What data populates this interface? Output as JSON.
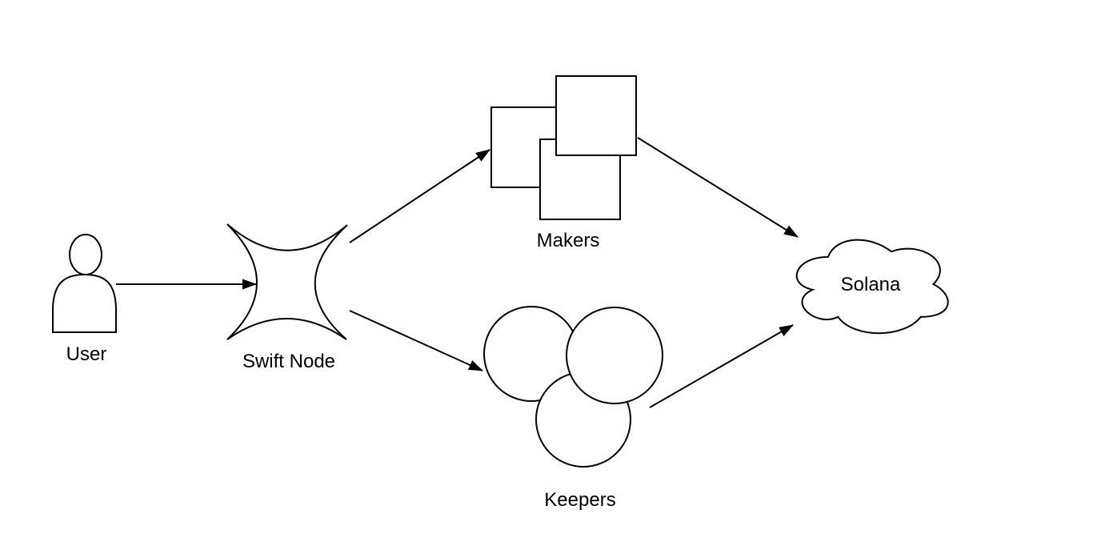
{
  "diagram": {
    "background_color": "#ffffff",
    "stroke_color": "#000000",
    "fill_color": "#ffffff",
    "text_color": "#000000",
    "nodes": {
      "user": {
        "label": "User",
        "shape": "person-actor"
      },
      "swift_node": {
        "label": "Swift Node",
        "shape": "four-point-concave-star"
      },
      "makers": {
        "label": "Makers",
        "shape": "three-overlapping-squares"
      },
      "keepers": {
        "label": "Keepers",
        "shape": "three-overlapping-circles"
      },
      "solana": {
        "label": "Solana",
        "shape": "cloud"
      }
    },
    "edges": [
      {
        "from": "User",
        "to": "Swift Node",
        "arrow": "end"
      },
      {
        "from": "Swift Node",
        "to": "Makers",
        "arrow": "end"
      },
      {
        "from": "Swift Node",
        "to": "Keepers",
        "arrow": "end"
      },
      {
        "from": "Makers",
        "to": "Solana",
        "arrow": "end"
      },
      {
        "from": "Keepers",
        "to": "Solana",
        "arrow": "end"
      }
    ]
  }
}
